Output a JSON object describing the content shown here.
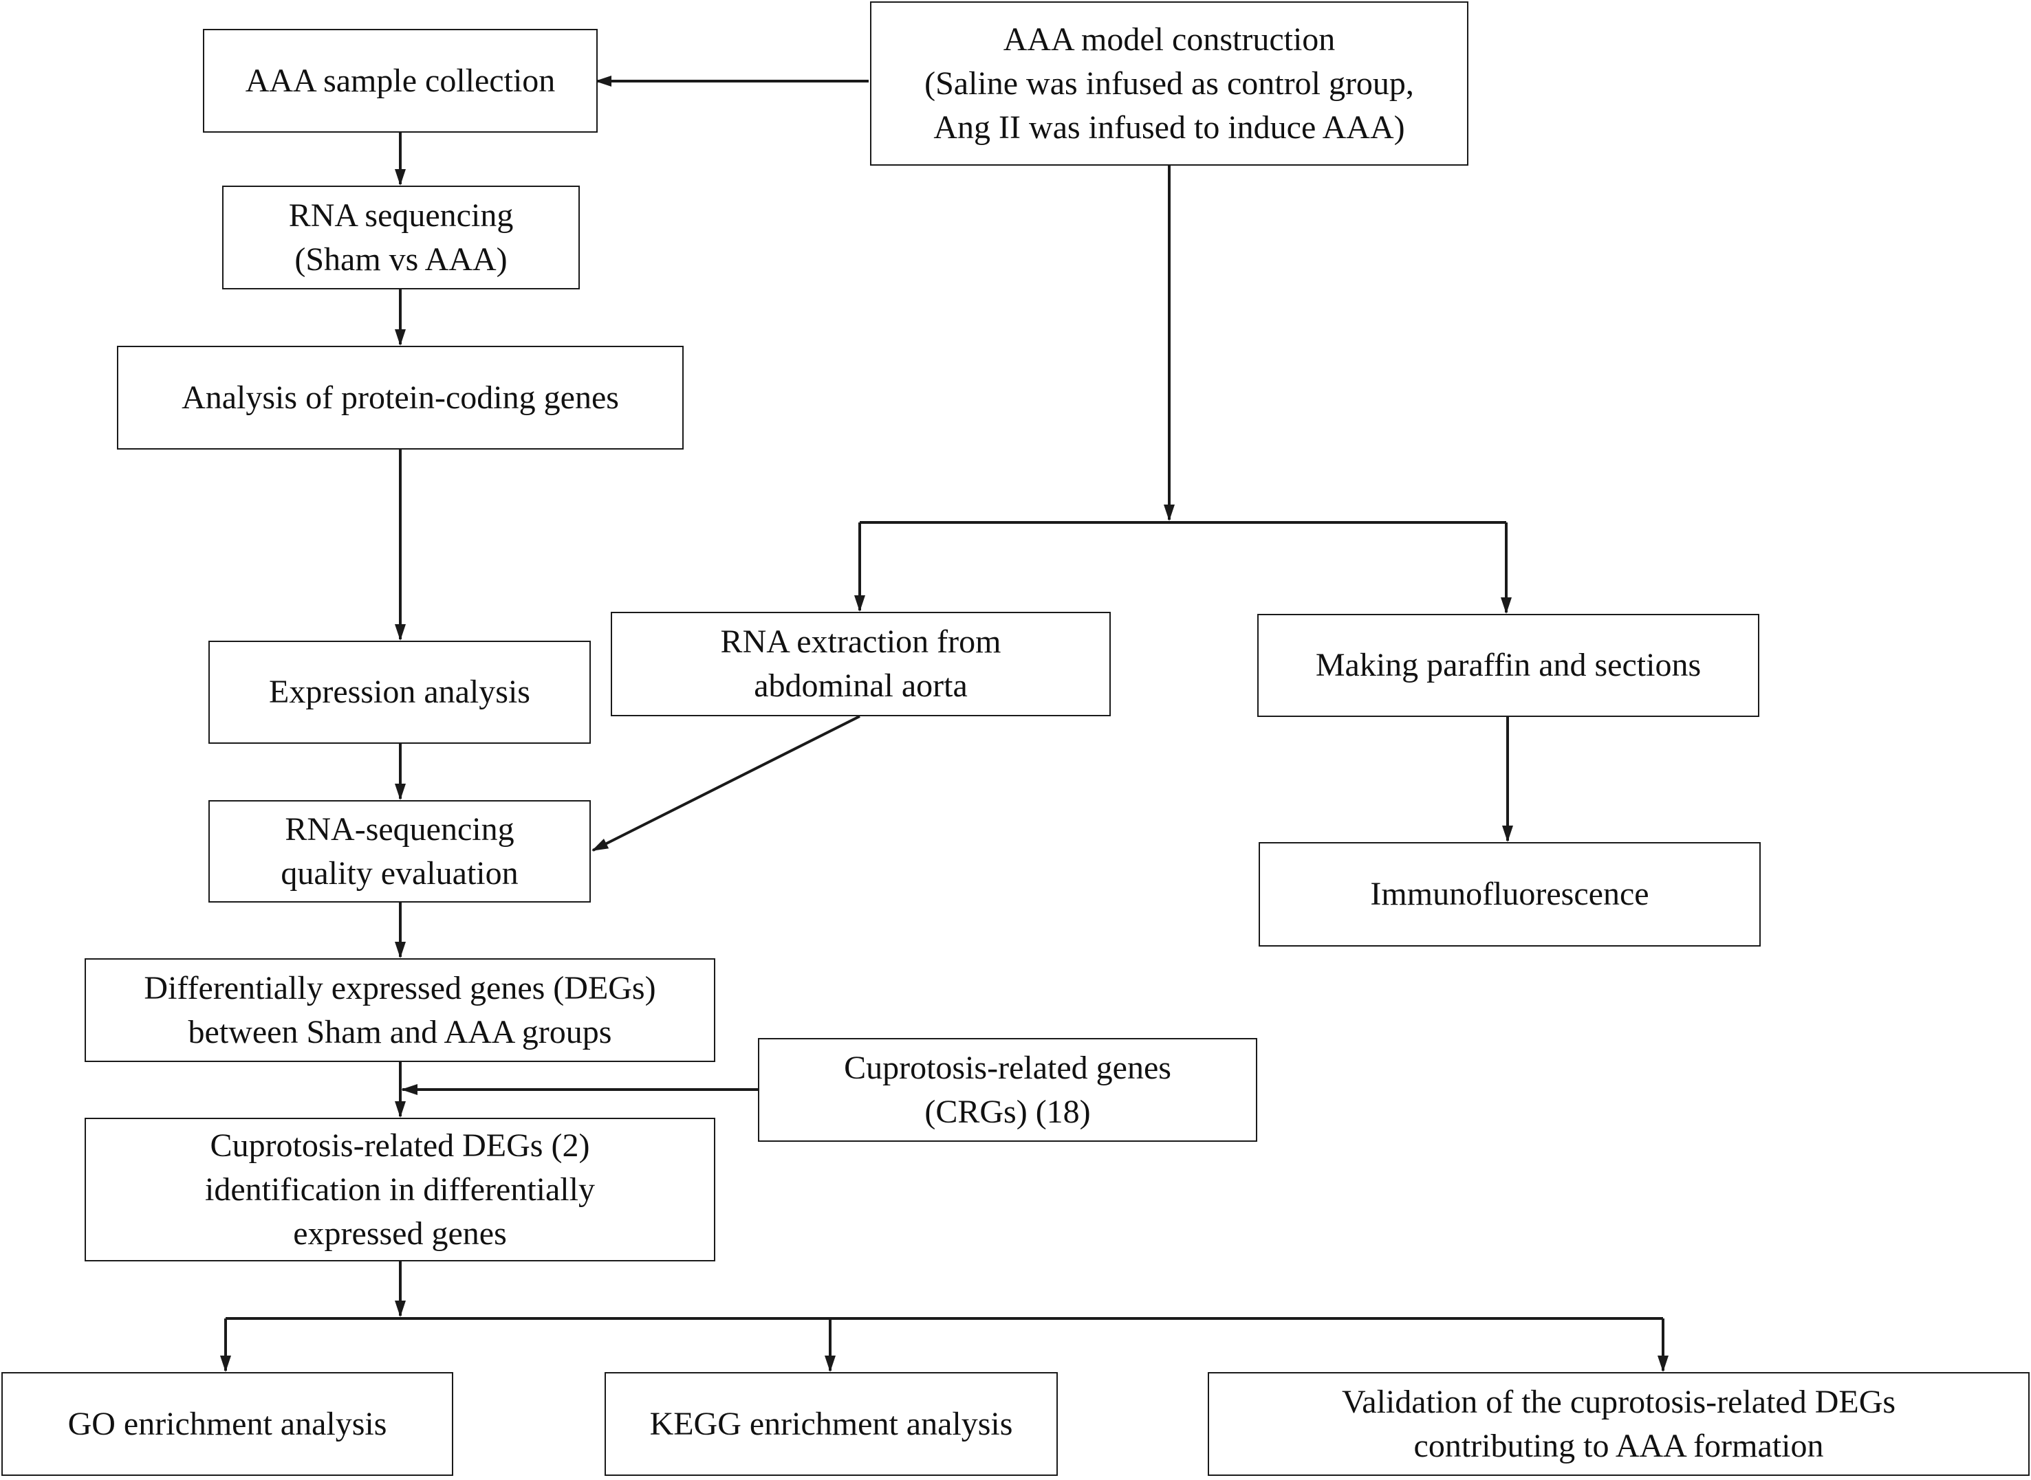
{
  "diagram": {
    "nodes": {
      "aaa_model_construction": [
        "AAA model construction",
        "(Saline was infused as control group,",
        "Ang II was infused to induce AAA)"
      ],
      "aaa_sample_collection": [
        "AAA sample collection"
      ],
      "rna_sequencing": [
        "RNA sequencing",
        "(Sham vs AAA)"
      ],
      "protein_coding_analysis": [
        "Analysis  of protein-coding genes"
      ],
      "expression_analysis": [
        "Expression analysis"
      ],
      "rna_extraction": [
        "RNA extraction from",
        "abdominal aorta"
      ],
      "paraffin_sections": [
        "Making paraffin and sections"
      ],
      "immunofluorescence": [
        "Immunofluorescence"
      ],
      "quality_evaluation": [
        "RNA-sequencing",
        "quality  evaluation"
      ],
      "degs": [
        "Differentially expressed genes (DEGs)",
        "between Sham and AAA groups"
      ],
      "crgs": [
        "Cuprotosis-related genes",
        "(CRGs) (18)"
      ],
      "cuprotosis_degs": [
        "Cuprotosis-related DEGs (2)",
        "identification in differentially",
        "expressed genes"
      ],
      "go_enrichment": [
        "GO enrichment analysis"
      ],
      "kegg_enrichment": [
        "KEGG enrichment analysis"
      ],
      "validation": [
        "Validation  of the cuprotosis-related DEGs",
        "contributing to AAA formation"
      ]
    },
    "edges": [
      {
        "from": "aaa_model_construction",
        "to": "aaa_sample_collection"
      },
      {
        "from": "aaa_sample_collection",
        "to": "rna_sequencing"
      },
      {
        "from": "rna_sequencing",
        "to": "protein_coding_analysis"
      },
      {
        "from": "protein_coding_analysis",
        "to": "expression_analysis"
      },
      {
        "from": "expression_analysis",
        "to": "quality_evaluation"
      },
      {
        "from": "aaa_model_construction",
        "to": "rna_extraction"
      },
      {
        "from": "aaa_model_construction",
        "to": "paraffin_sections"
      },
      {
        "from": "rna_extraction",
        "to": "quality_evaluation"
      },
      {
        "from": "paraffin_sections",
        "to": "immunofluorescence"
      },
      {
        "from": "quality_evaluation",
        "to": "degs"
      },
      {
        "from": "degs",
        "to": "cuprotosis_degs"
      },
      {
        "from": "crgs",
        "to": "cuprotosis_degs"
      },
      {
        "from": "cuprotosis_degs",
        "to": "go_enrichment"
      },
      {
        "from": "cuprotosis_degs",
        "to": "kegg_enrichment"
      },
      {
        "from": "cuprotosis_degs",
        "to": "validation"
      }
    ],
    "colors": {
      "stroke": "#1a1a1a",
      "text": "#111111",
      "background": "#ffffff"
    }
  }
}
